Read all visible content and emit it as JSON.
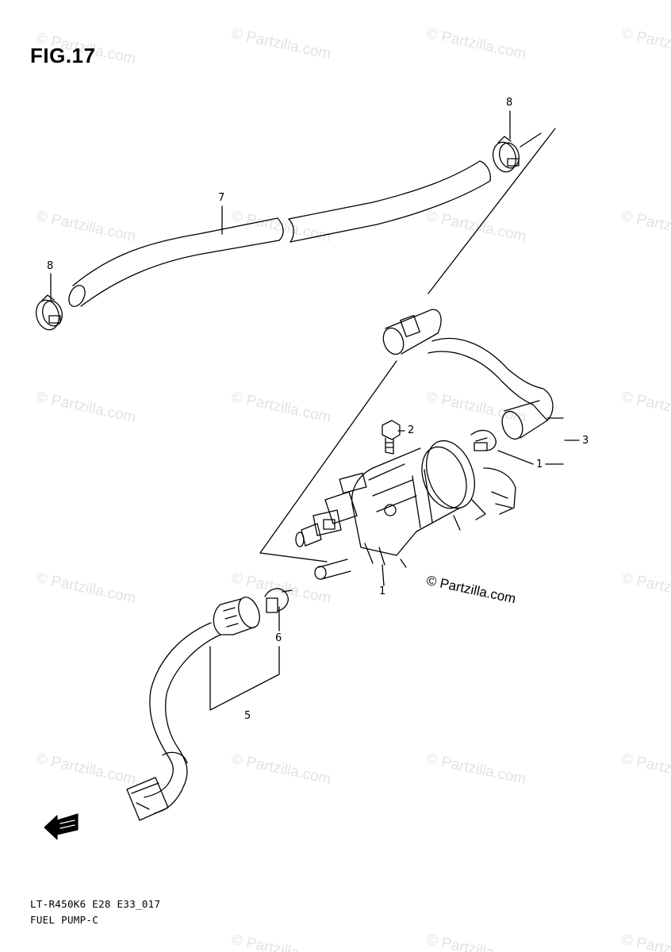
{
  "figure": {
    "title": "FIG.17",
    "code": "LT-R450K6 E28 E33_017",
    "name": "FUEL PUMP-C",
    "copyright": "© Partzilla.com",
    "watermark": "© Partzilla.com"
  },
  "callouts": {
    "c1a": "1",
    "c1b": "1",
    "c2": "2",
    "c3": "3",
    "c5": "5",
    "c6": "6",
    "c7": "7",
    "c8a": "8",
    "c8b": "8"
  },
  "icons": {
    "front_arrow": "fwd-arrow-icon"
  }
}
